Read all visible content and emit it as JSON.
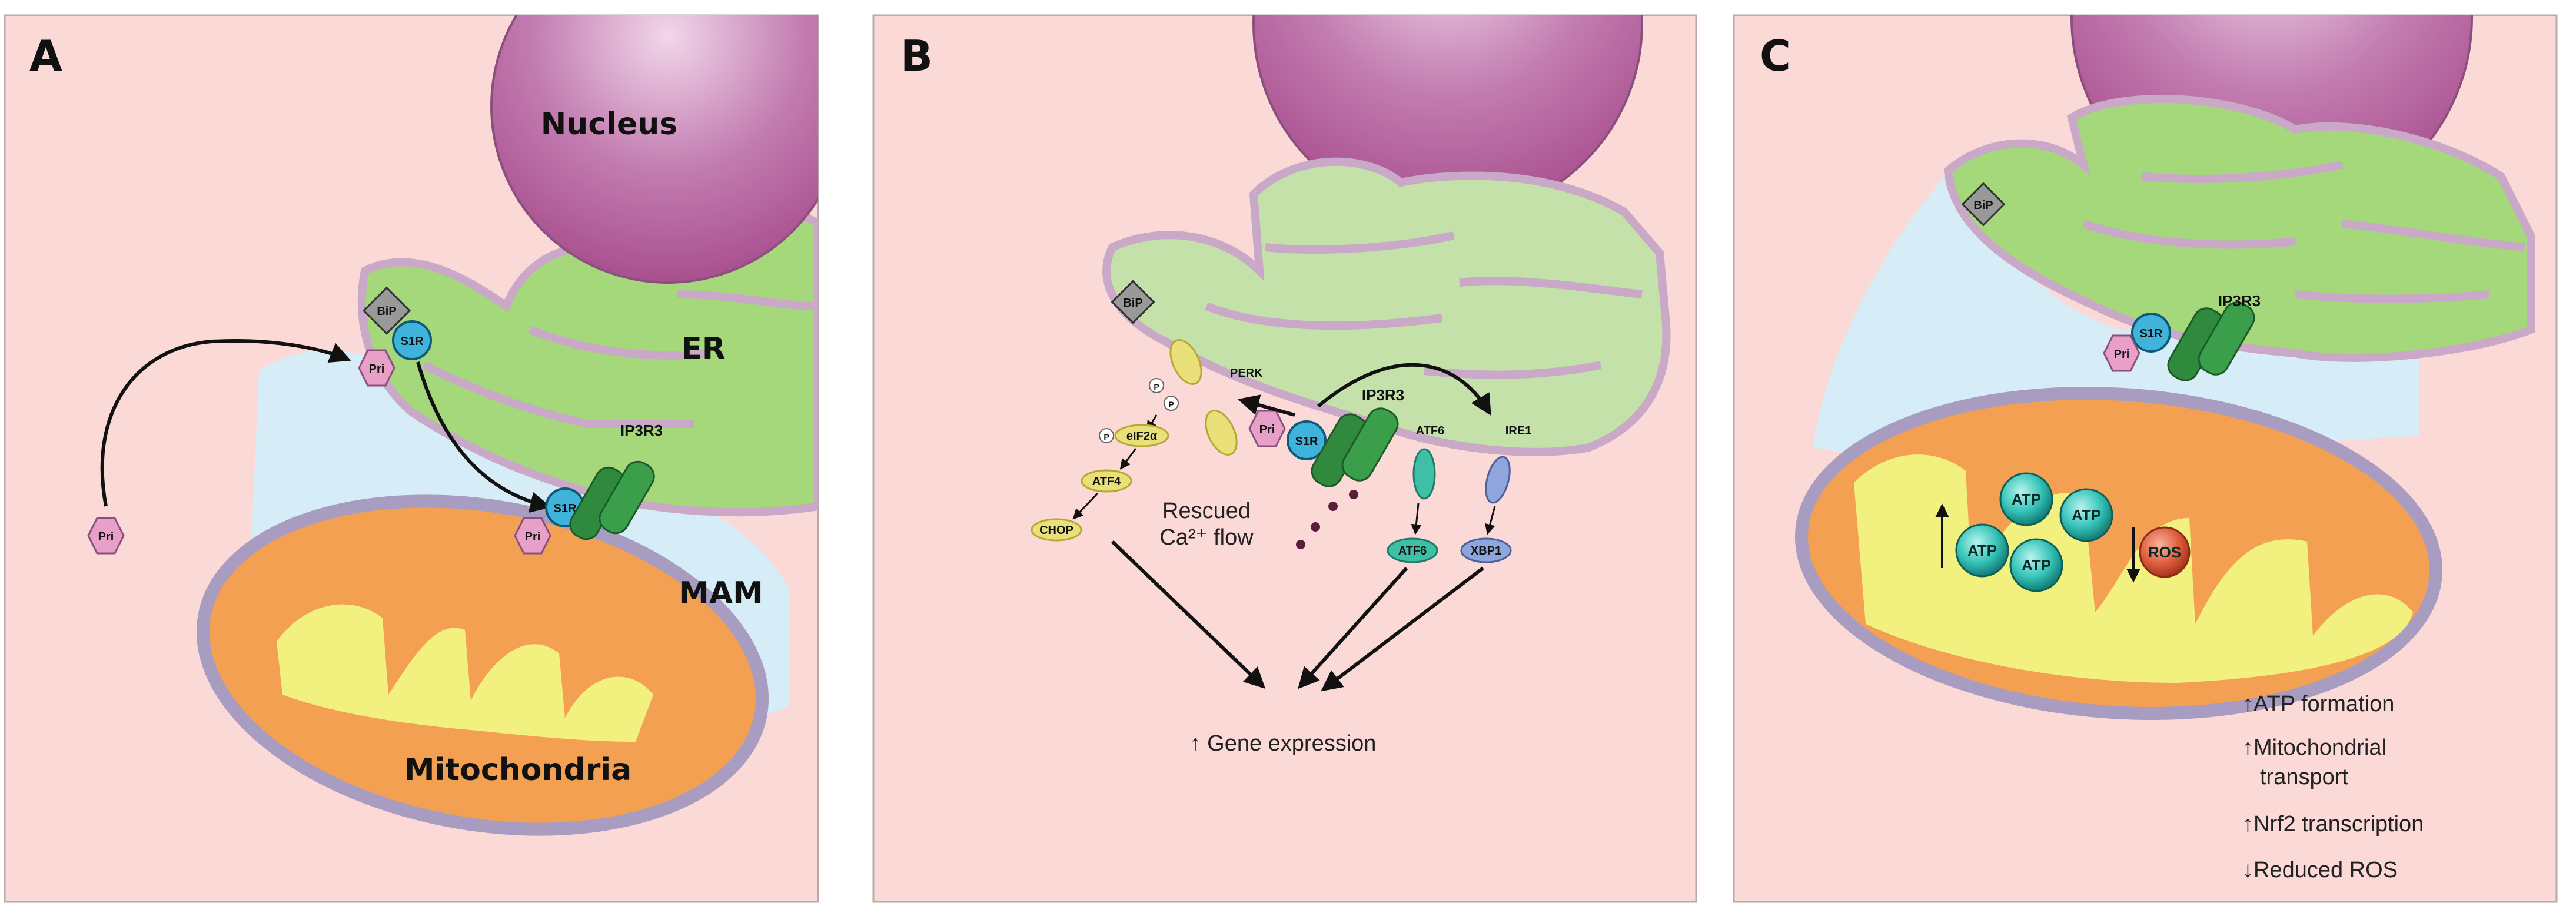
{
  "panels": [
    {
      "letter": "A",
      "labels": {
        "nucleus": "Nucleus",
        "er": "ER",
        "mam": "MAM",
        "mitochondria": "Mitochondria",
        "bip": "BiP",
        "s1r_top": "S1R",
        "pri_top": "Pri",
        "s1r_mam": "S1R",
        "pri_mam": "Pri",
        "ip3r3": "IP3R3",
        "pri_free": "Pri"
      }
    },
    {
      "letter": "B",
      "labels": {
        "bip": "BiP",
        "perk": "PERK",
        "p1": "P",
        "p2": "P",
        "p3": "P",
        "eif2a": "eIF2α",
        "atf4": "ATF4",
        "chop": "CHOP",
        "pri": "Pri",
        "s1r": "S1R",
        "ip3r3": "IP3R3",
        "atf6_membrane": "ATF6",
        "atf6_cleaved": "ATF6",
        "ire1": "IRE1",
        "xbp1": "XBP1",
        "rescued_line1": "Rescued",
        "rescued_line2": "Ca²⁺ flow",
        "gene_expression": "↑ Gene expression"
      }
    },
    {
      "letter": "C",
      "labels": {
        "bip": "BiP",
        "s1r": "S1R",
        "pri": "Pri",
        "ip3r3": "IP3R3",
        "atp": "ATP",
        "ros": "ROS",
        "effect1": "↑ATP formation",
        "effect2_line1": "↑Mitochondrial",
        "effect2_line2": "transport",
        "effect3": "↑Nrf2 transcription",
        "effect4": "↓Reduced ROS"
      }
    }
  ],
  "colors": {
    "background": "#fbd9d6",
    "panel_border": "#b9a9a8",
    "nucleus": "#b565a0",
    "er": "#a5d77b",
    "er_membrane": "#c9a8c8",
    "mam": "#d6ecf6",
    "mito_outer": "#a89cc0",
    "mito_matrix": "#f4a052",
    "mito_cristae": "#f2f07e",
    "s1r": "#3fb3d9",
    "pri": "#e8a0c9",
    "bip": "#999999",
    "ip3r3": "#2f8a3e",
    "atp": "#3cc9c0",
    "ros": "#d9553a",
    "perk": "#e9e07a",
    "atf6": "#3fbfa6",
    "ire1": "#8fa6dc"
  }
}
